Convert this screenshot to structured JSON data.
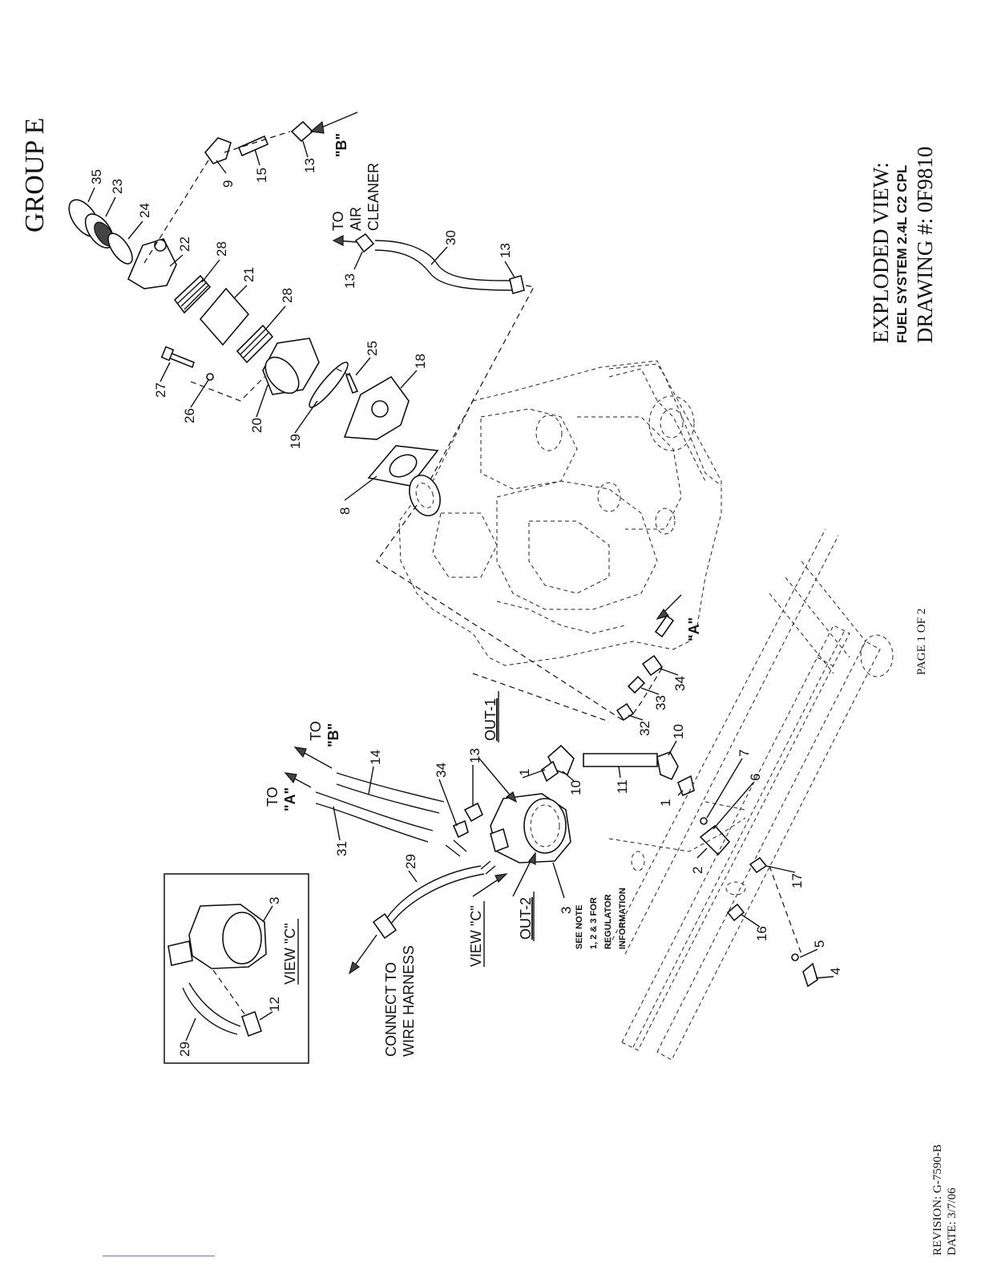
{
  "header": {
    "group": "GROUP E"
  },
  "title_block": {
    "line1": "EXPLODED VIEW:",
    "line2": "FUEL SYSTEM 2.4L C2 CPL",
    "line3": "DRAWING #: 0F9810"
  },
  "footer": {
    "page": "PAGE 1 OF 2",
    "revision": "REVISION: G-7590-B",
    "date": "DATE:  3/7/06"
  },
  "callouts": {
    "to_air_cleaner": [
      "TO",
      "AIR",
      "CLEANER"
    ],
    "to_b": [
      "TO",
      "\"B\""
    ],
    "to_a": [
      "TO",
      "\"A\""
    ],
    "marker_a": "\"A\"",
    "marker_b": "\"B\"",
    "out1": "OUT-1",
    "out2": "OUT-2",
    "view_c": "VIEW \"C\"",
    "connect": [
      "CONNECT TO",
      "WIRE HARNESS"
    ],
    "see_note": [
      "SEE NOTE",
      "1, 2 & 3 FOR",
      "REGULATOR",
      "INFORMATION"
    ]
  },
  "inset": {
    "label": "VIEW \"C\"",
    "parts": [
      "3",
      "12",
      "29"
    ]
  },
  "parts": [
    "35",
    "23",
    "24",
    "22",
    "28",
    "21",
    "28",
    "9",
    "15",
    "13",
    "13",
    "30",
    "13",
    "25",
    "18",
    "27",
    "26",
    "20",
    "19",
    "8",
    "14",
    "34",
    "13",
    "1",
    "10",
    "11",
    "10",
    "7",
    "6",
    "1",
    "2",
    "17",
    "16",
    "5",
    "4",
    "3",
    "29",
    "31",
    "32",
    "33",
    "34"
  ]
}
